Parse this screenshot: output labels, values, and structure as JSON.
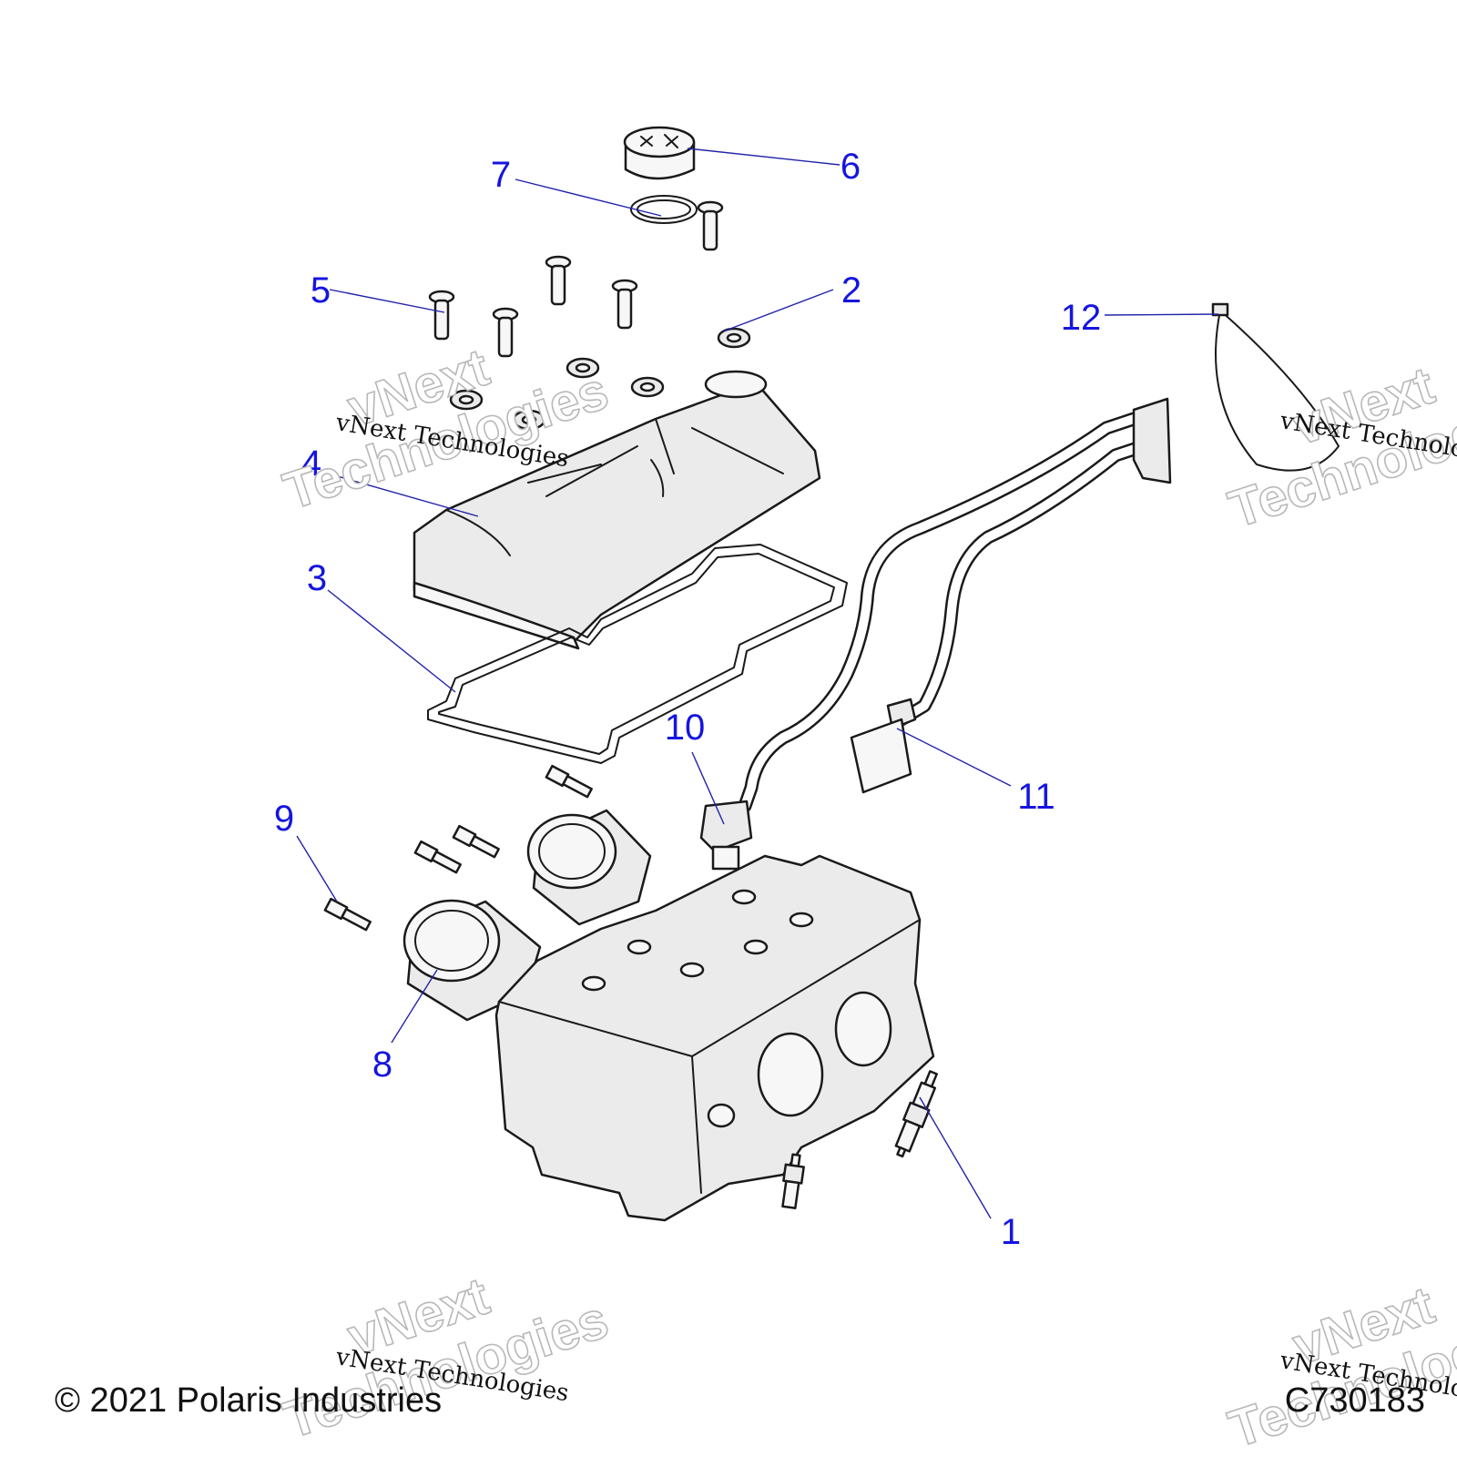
{
  "diagram": {
    "callouts": [
      {
        "id": "1",
        "label": "1"
      },
      {
        "id": "2",
        "label": "2"
      },
      {
        "id": "3",
        "label": "3"
      },
      {
        "id": "4",
        "label": "4"
      },
      {
        "id": "5",
        "label": "5"
      },
      {
        "id": "6",
        "label": "6"
      },
      {
        "id": "7",
        "label": "7"
      },
      {
        "id": "8",
        "label": "8"
      },
      {
        "id": "9",
        "label": "9"
      },
      {
        "id": "10",
        "label": "10"
      },
      {
        "id": "11",
        "label": "11"
      },
      {
        "id": "12",
        "label": "12"
      }
    ],
    "watermark": {
      "line_vnext": "vNext",
      "line_technologies": "Technologies",
      "line_small": "vNext Technologies"
    },
    "footer": {
      "copyright": "© 2021 Polaris Industries",
      "figure_code": "C730183"
    },
    "colors": {
      "callout": "#1515e0",
      "line_art": "#1a1a1a"
    }
  }
}
